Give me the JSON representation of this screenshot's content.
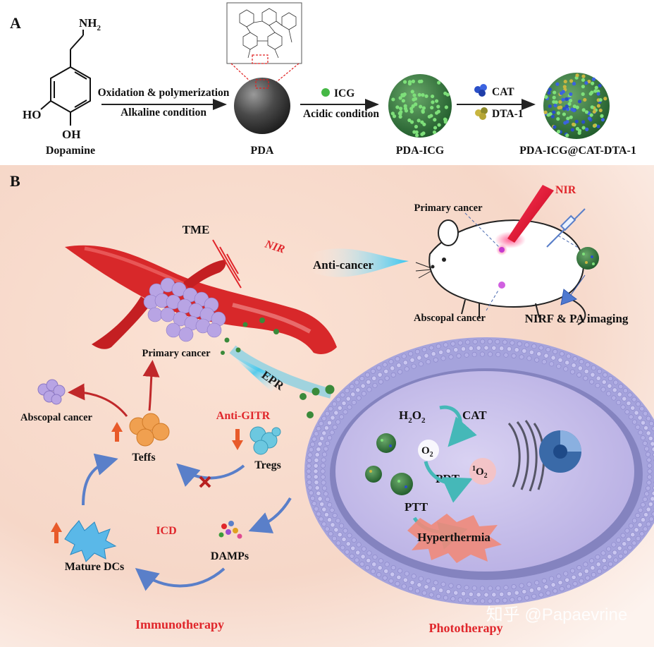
{
  "panel_a": {
    "label": "A",
    "dopamine": {
      "amine_label": "NH",
      "amine_sub": "2",
      "oh1": "HO",
      "oh2": "OH",
      "name": "Dopamine"
    },
    "step1": {
      "top": "Oxidation & polymerization",
      "bottom": "Alkaline condition"
    },
    "pda": {
      "name": "PDA"
    },
    "step2": {
      "reagent": "ICG",
      "bottom": "Acidic condition"
    },
    "pda_icg": {
      "name": "PDA-ICG"
    },
    "step3": {
      "reagent1": "CAT",
      "reagent2": "DTA-1"
    },
    "final": {
      "name": "PDA-ICG@CAT-DTA-1"
    }
  },
  "panel_b": {
    "label": "B",
    "tme": "TME",
    "nir_left": "NIR",
    "anti_cancer": "Anti-cancer",
    "primary_cancer_vessel": "Primary cancer",
    "epr": "EPR",
    "mouse": {
      "primary": "Primary cancer",
      "abscopal": "Abscopal cancer",
      "nir": "NIR",
      "imaging": "NIRF & PA imaging"
    },
    "cycle": {
      "abscopal": "Abscopal cancer",
      "teffs": "Teffs",
      "anti_gitr": "Anti-GITR",
      "tregs": "Tregs",
      "icd": "ICD",
      "damps": "DAMPs",
      "mature_dcs": "Mature DCs"
    },
    "cell": {
      "h2o2": "H",
      "h2o2_sub1": "2",
      "h2o2_mid": "O",
      "h2o2_sub2": "2",
      "cat": "CAT",
      "o2": "O",
      "o2_sub": "2",
      "pdt": "PDT",
      "singlet_sup": "1",
      "singlet": "O",
      "singlet_sub": "2",
      "ptt": "PTT",
      "hyperthermia": "Hyperthermia"
    },
    "immunotherapy": "Immunotherapy",
    "phototherapy": "Phototherapy",
    "watermark": "知乎 @Papaevrine"
  },
  "colors": {
    "vessel": "#d8282a",
    "red_text": "#e0262b",
    "arrow_blue": "#5a7fc9",
    "arrow_red": "#c0282a",
    "membrane": "#a5a3dc",
    "cell_interior": "#cfc8ec",
    "nir_laser": "#e0102a",
    "nanoparticle": "#3a8a3a"
  }
}
